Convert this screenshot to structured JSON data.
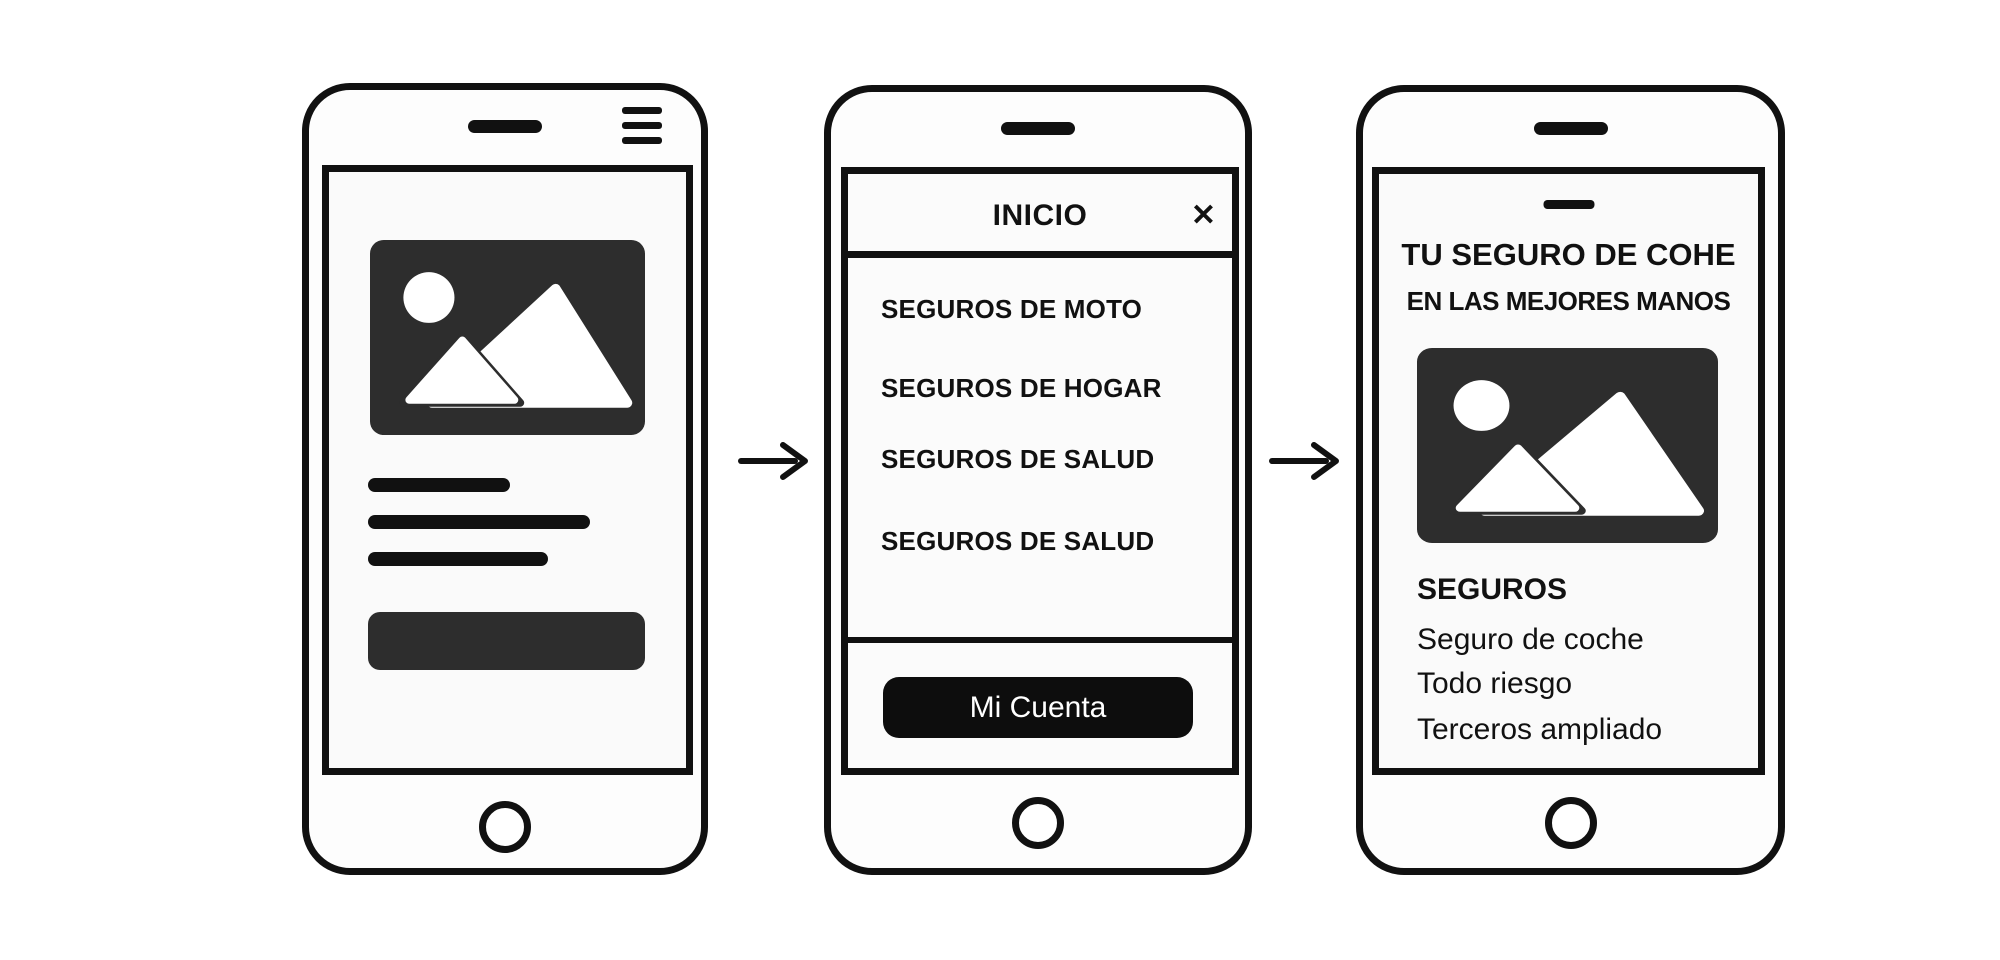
{
  "diagram": {
    "background": "#ffffff",
    "ink": "#111111",
    "placeholder_fill": "#2d2d2d"
  },
  "phones": {
    "wireframe_home": {
      "description": "wireframe screen with image placeholder, three text-line bars and a button placeholder"
    },
    "menu": {
      "header_title": "INICIO",
      "close_icon": "✕",
      "items": [
        "SEGUROS DE MOTO",
        "SEGUROS DE HOGAR",
        "SEGUROS DE SALUD",
        "SEGUROS DE SALUD"
      ],
      "account_button_label": "Mi Cuenta"
    },
    "landing": {
      "title": "TU SEGURO DE COHE",
      "subtitle": "EN LAS MEJORES MANOS",
      "section_heading": "SEGUROS",
      "list_items": [
        "Seguro de coche",
        "Todo riesgo",
        "Terceros ampliado"
      ]
    }
  }
}
